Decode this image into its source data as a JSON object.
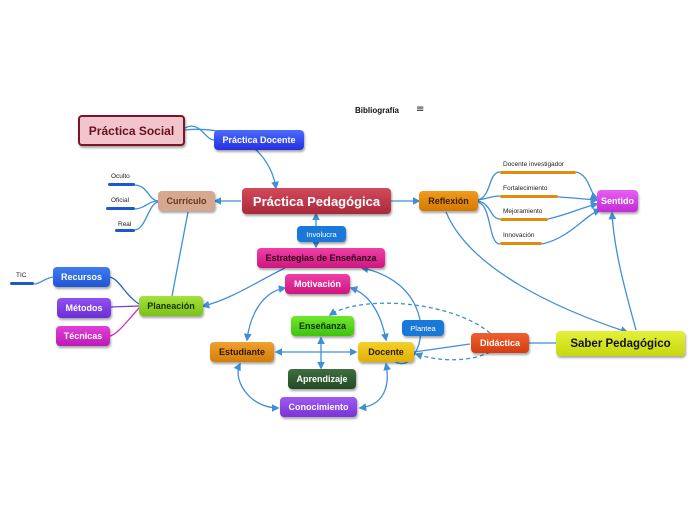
{
  "header": {
    "bibliography_label": "Bibliografía",
    "menu_icon": "menu-icon"
  },
  "nodes": {
    "practica_social": "Práctica Social",
    "practica_docente": "Práctica Docente",
    "practica_pedagogica": "Práctica Pedagógica",
    "curriculo": "Currículo",
    "reflexion": "Reflexión",
    "sentido": "Sentido",
    "involucra": "Involucra",
    "estrategias": "Estrategias de Enseñanza",
    "motivacion": "Motivación",
    "planeacion": "Planeación",
    "recursos": "Recursos",
    "metodos": "Métodos",
    "tecnicas": "Técnicas",
    "ensenanza": "Enseñanza",
    "plantea": "Plantea",
    "estudiante": "Estudiante",
    "docente": "Docente",
    "didactica": "Didáctica",
    "saber_pedagogico": "Saber Pedagógico",
    "aprendizaje": "Aprendizaje",
    "conocimiento": "Conocimiento"
  },
  "labels": {
    "oculto": "Oculto",
    "oficial": "Oficial",
    "real": "Real",
    "tic": "TIC",
    "docente_investigador": "Docente investigador",
    "fortalecimiento": "Fortalecimiento",
    "mejoramiento": "Mejoramiento",
    "innovacion": "Innovación"
  },
  "colors": {
    "connector": "#3f8fd8",
    "practica_social": "#f2c4cc",
    "practica_pedagogica": "#c63a4b",
    "curriculo": "#d6a890",
    "reflexion": "#e38a10",
    "sentido": "#d43ee8",
    "estrategias": "#e0238f",
    "planeacion": "#8ed22a",
    "saber_pedagogico": "#d8e820",
    "didactica": "#e04a14",
    "aprendizaje": "#2f5a32"
  }
}
